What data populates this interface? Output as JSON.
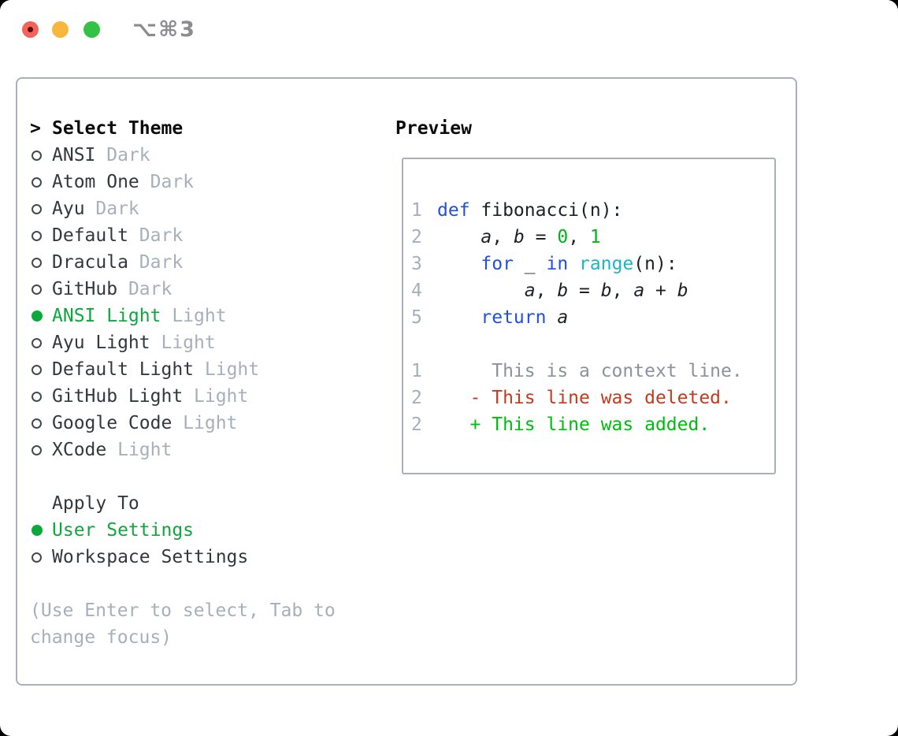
{
  "titlebar": {
    "title": "⌥⌘3"
  },
  "colors": {
    "ui_green": "#0ca83c",
    "muted_gray": "#a6b0bc",
    "text_dark": "#33383d",
    "header_black": "#0b0b0b",
    "keyword_blue": "#2150da",
    "function_cyan": "#17b6c9",
    "number_green": "#00b31b",
    "added_green": "#00bc0f",
    "deleted_red": "#c43a20",
    "context_gray": "#8d9298",
    "line_number_gray": "#a5afbc",
    "panel_border": "#a8b0bb",
    "traffic_red": "#f2635c",
    "traffic_yellow": "#f6b73c",
    "traffic_green": "#34c245"
  },
  "theme_picker": {
    "prompt": ">",
    "header": "Select Theme",
    "themes": [
      {
        "name": "ANSI",
        "variant": "Dark",
        "selected": false
      },
      {
        "name": "Atom One",
        "variant": "Dark",
        "selected": false
      },
      {
        "name": "Ayu",
        "variant": "Dark",
        "selected": false
      },
      {
        "name": "Default",
        "variant": "Dark",
        "selected": false
      },
      {
        "name": "Dracula",
        "variant": "Dark",
        "selected": false
      },
      {
        "name": "GitHub",
        "variant": "Dark",
        "selected": false
      },
      {
        "name": "ANSI Light",
        "variant": "Light",
        "selected": true
      },
      {
        "name": "Ayu Light",
        "variant": "Light",
        "selected": false
      },
      {
        "name": "Default Light",
        "variant": "Light",
        "selected": false
      },
      {
        "name": "GitHub Light",
        "variant": "Light",
        "selected": false
      },
      {
        "name": "Google Code",
        "variant": "Light",
        "selected": false
      },
      {
        "name": "XCode",
        "variant": "Light",
        "selected": false
      }
    ]
  },
  "apply_to": {
    "header": "Apply To",
    "options": [
      {
        "label": "User Settings",
        "selected": true
      },
      {
        "label": "Workspace Settings",
        "selected": false
      }
    ]
  },
  "help_text": "(Use Enter to select, Tab to change focus)",
  "preview": {
    "title": "Preview",
    "code_lines": [
      {
        "num": "1",
        "tokens": [
          {
            "t": "def ",
            "c": "kw"
          },
          {
            "t": "fibonacci(n):",
            "c": "fg"
          }
        ]
      },
      {
        "num": "2",
        "tokens": [
          {
            "t": "    ",
            "c": "fg"
          },
          {
            "t": "a",
            "c": "var"
          },
          {
            "t": ", ",
            "c": "fg"
          },
          {
            "t": "b",
            "c": "var"
          },
          {
            "t": " = ",
            "c": "fg"
          },
          {
            "t": "0",
            "c": "num"
          },
          {
            "t": ", ",
            "c": "fg"
          },
          {
            "t": "1",
            "c": "num"
          }
        ]
      },
      {
        "num": "3",
        "tokens": [
          {
            "t": "    ",
            "c": "fg"
          },
          {
            "t": "for",
            "c": "kw"
          },
          {
            "t": " _ ",
            "c": "fg"
          },
          {
            "t": "in",
            "c": "kw"
          },
          {
            "t": " ",
            "c": "fg"
          },
          {
            "t": "range",
            "c": "fn"
          },
          {
            "t": "(n):",
            "c": "fg"
          }
        ]
      },
      {
        "num": "4",
        "tokens": [
          {
            "t": "        ",
            "c": "fg"
          },
          {
            "t": "a",
            "c": "var"
          },
          {
            "t": ", ",
            "c": "fg"
          },
          {
            "t": "b",
            "c": "var"
          },
          {
            "t": " = ",
            "c": "fg"
          },
          {
            "t": "b",
            "c": "var"
          },
          {
            "t": ", ",
            "c": "fg"
          },
          {
            "t": "a",
            "c": "var"
          },
          {
            "t": " + ",
            "c": "fg"
          },
          {
            "t": "b",
            "c": "var"
          }
        ]
      },
      {
        "num": "5",
        "tokens": [
          {
            "t": "    ",
            "c": "fg"
          },
          {
            "t": "return",
            "c": "kw"
          },
          {
            "t": " ",
            "c": "fg"
          },
          {
            "t": "a",
            "c": "var"
          }
        ]
      }
    ],
    "diff_lines": [
      {
        "num": "1",
        "tokens": [
          {
            "t": "     This is a context line.",
            "c": "ctx"
          }
        ]
      },
      {
        "num": "2",
        "tokens": [
          {
            "t": "   ",
            "c": "fg"
          },
          {
            "t": "- This line was deleted.",
            "c": "del"
          }
        ]
      },
      {
        "num": "2",
        "tokens": [
          {
            "t": "   ",
            "c": "fg"
          },
          {
            "t": "+ This line was added.",
            "c": "add"
          }
        ]
      }
    ]
  }
}
